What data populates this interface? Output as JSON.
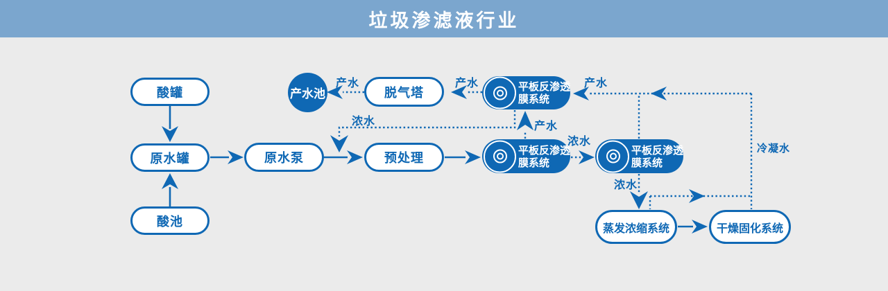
{
  "header": {
    "title": "垃圾渗滤液行业"
  },
  "colors": {
    "header_bg": "#7ba6ce",
    "primary_blue": "#0f68b4",
    "canvas_bg": "#ebebeb",
    "node_fill": "#ffffff",
    "text_on_primary": "#ffffff"
  },
  "nodes": {
    "acid_tank": {
      "label": "酸罐"
    },
    "raw_water_tank": {
      "label": "原水罐"
    },
    "acid_pool": {
      "label": "酸池"
    },
    "raw_water_pump": {
      "label": "原水泵"
    },
    "pretreatment": {
      "label": "预处理"
    },
    "degassing_tower": {
      "label": "脱气塔"
    },
    "product_water_pool": {
      "label": "产水池"
    },
    "ro_top": {
      "line1": "平板反渗透",
      "line2": "膜系统"
    },
    "ro_mid_left": {
      "line1": "平板反渗透",
      "line2": "膜系统"
    },
    "ro_mid_right": {
      "line1": "平板反渗透",
      "line2": "膜系统"
    },
    "evaporation": {
      "label": "蒸发浓缩系统"
    },
    "drying": {
      "label": "干燥固化系统"
    }
  },
  "edge_labels": {
    "product_water_1": "产水",
    "product_water_2": "产水",
    "product_water_3": "产水",
    "product_water_4": "产水",
    "concentrate_1": "浓水",
    "concentrate_2": "浓水",
    "concentrate_3": "浓水",
    "condensate": "冷凝水"
  }
}
